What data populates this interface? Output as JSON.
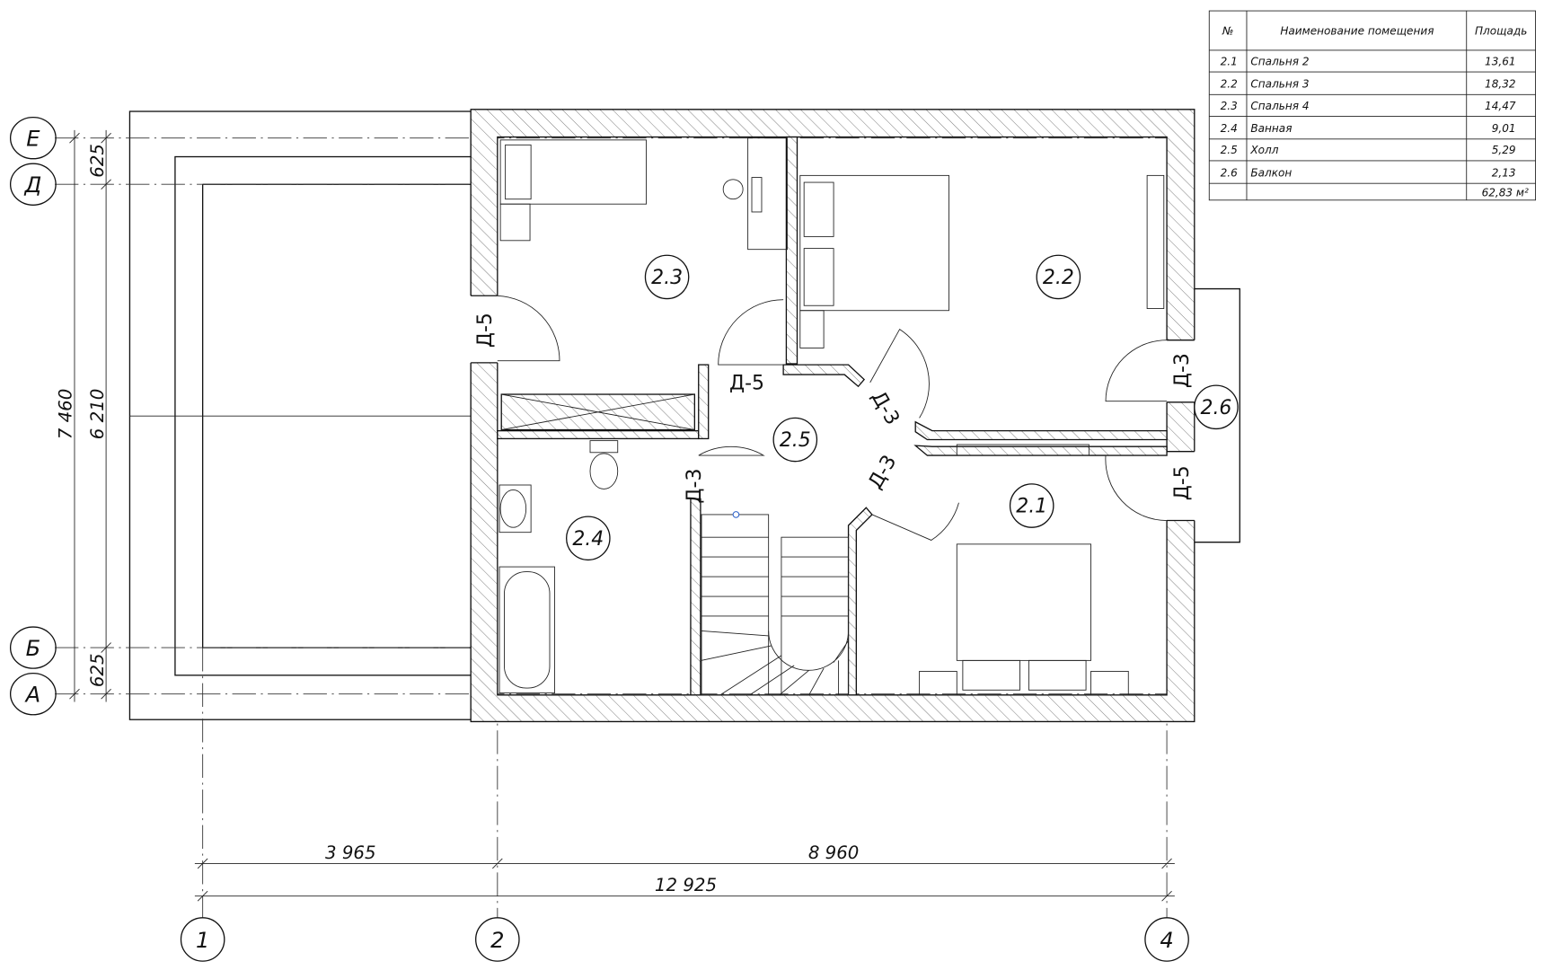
{
  "table": {
    "headers": {
      "num": "№",
      "name": "Наименование помещения",
      "area": "Площадь"
    },
    "rows": [
      {
        "num": "2.1",
        "name": "Спальня 2",
        "area": "13,61"
      },
      {
        "num": "2.2",
        "name": "Спальня 3",
        "area": "18,32"
      },
      {
        "num": "2.3",
        "name": "Спальня 4",
        "area": "14,47"
      },
      {
        "num": "2.4",
        "name": "Ванная",
        "area": "9,01"
      },
      {
        "num": "2.5",
        "name": "Холл",
        "area": "5,29"
      },
      {
        "num": "2.6",
        "name": "Балкон",
        "area": "2,13"
      }
    ],
    "total": "62,83 м²"
  },
  "axes": {
    "rows": [
      "Е",
      "Д",
      "Б",
      "А"
    ],
    "cols": [
      "1",
      "2",
      "4"
    ]
  },
  "dimensions": {
    "vertical_total": "7 460",
    "vertical_inner": "6 210",
    "vertical_top": "625",
    "vertical_bottom": "625",
    "horiz_left": "3 965",
    "horiz_right": "8 960",
    "horiz_total": "12 925"
  },
  "rooms": {
    "r21": "2.1",
    "r22": "2.2",
    "r23": "2.3",
    "r24": "2.4",
    "r25": "2.5",
    "r26": "2.6"
  },
  "doors": {
    "d1": "Д-5",
    "d2": "Д-5",
    "d3": "Д-3",
    "d4": "Д-3",
    "d5": "Д-3",
    "d6": "Д-3",
    "d7": "Д-5"
  }
}
